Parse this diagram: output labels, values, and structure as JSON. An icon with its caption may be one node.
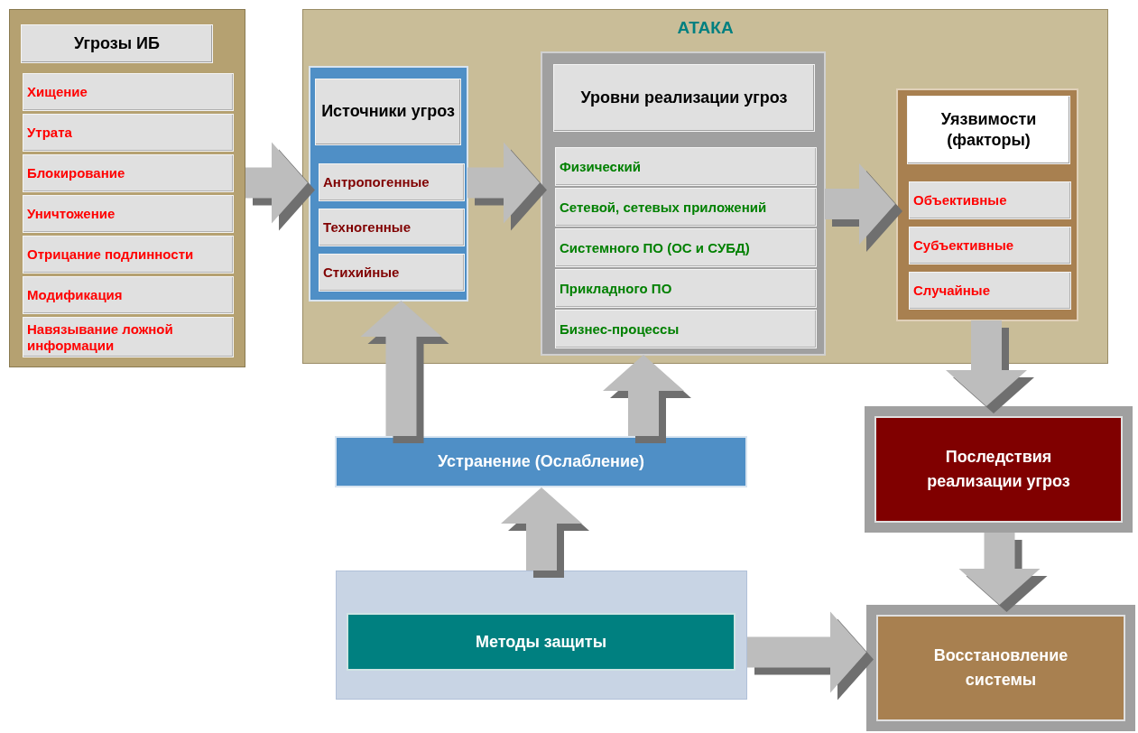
{
  "diagram": {
    "nodes": [
      {
        "text": [],
        "shape": "box"
      },
      {
        "text": [
          "Угрозы ИБ"
        ],
        "in": 0
      },
      {
        "text": [
          "Хищение"
        ],
        "in": 0
      },
      {
        "text": [
          "Утрата"
        ],
        "in": 0
      },
      {
        "text": [
          "Блокирование"
        ],
        "in": 0
      },
      {
        "text": [
          "Уничтожение"
        ],
        "in": 0
      },
      {
        "text": [
          "Отрицание подлинности"
        ],
        "in": 0
      },
      {
        "text": [
          "Модификация"
        ],
        "in": 0
      },
      {
        "text": [
          "Навязывание ложной информации"
        ],
        "in": 0
      },
      {
        "text": [
          "АТАКА"
        ]
      },
      {
        "text": [
          "Источники угроз"
        ],
        "in": 9
      },
      {
        "text": [
          "Антропогенные"
        ],
        "in": 10
      },
      {
        "text": [
          "Техногенные"
        ],
        "in": 10
      },
      {
        "text": [
          "Стихийные"
        ],
        "in": 10
      },
      {
        "text": [
          "Уровни реализации угроз"
        ],
        "in": 9
      },
      {
        "text": [
          "Физический"
        ],
        "in": 14
      },
      {
        "text": [
          "Сетевой, сетевых приложений"
        ],
        "in": 14
      },
      {
        "text": [
          "Системного ПО (ОС и СУБД)"
        ],
        "in": 14
      },
      {
        "text": [
          "Прикладного ПО"
        ],
        "in": 14
      },
      {
        "text": [
          "Бизнес-процессы"
        ],
        "in": 14
      },
      {
        "text": [
          "Уязвимости (факторы)"
        ],
        "in": 9
      },
      {
        "text": [
          "Объективные"
        ],
        "in": 20
      },
      {
        "text": [
          "Субъективные"
        ],
        "in": 20
      },
      {
        "text": [
          "Случайные"
        ],
        "in": 20
      },
      {
        "text": [
          "Устранение (Ослабление)"
        ]
      },
      {
        "text": [
          "Последствия реализации угроз"
        ]
      },
      {
        "text": [],
        "shape": "box"
      },
      {
        "text": [
          "Методы защиты"
        ],
        "in": 26
      },
      {
        "text": [
          "Восстановление системы"
        ]
      }
    ],
    "edges": [
      {
        "from": 0,
        "to": 10,
        "arrow": "to"
      },
      {
        "from": 10,
        "to": 14,
        "arrow": "to"
      },
      {
        "from": 14,
        "to": 20,
        "arrow": "to"
      },
      {
        "from": 20,
        "to": 25,
        "arrow": "to"
      },
      {
        "from": 25,
        "to": 28,
        "arrow": "to"
      },
      {
        "from": 24,
        "to": 10,
        "arrow": "to"
      },
      {
        "from": 24,
        "to": 14,
        "arrow": "to"
      },
      {
        "from": 26,
        "to": 24,
        "arrow": "to"
      },
      {
        "from": 26,
        "to": 28,
        "arrow": "to"
      }
    ]
  }
}
